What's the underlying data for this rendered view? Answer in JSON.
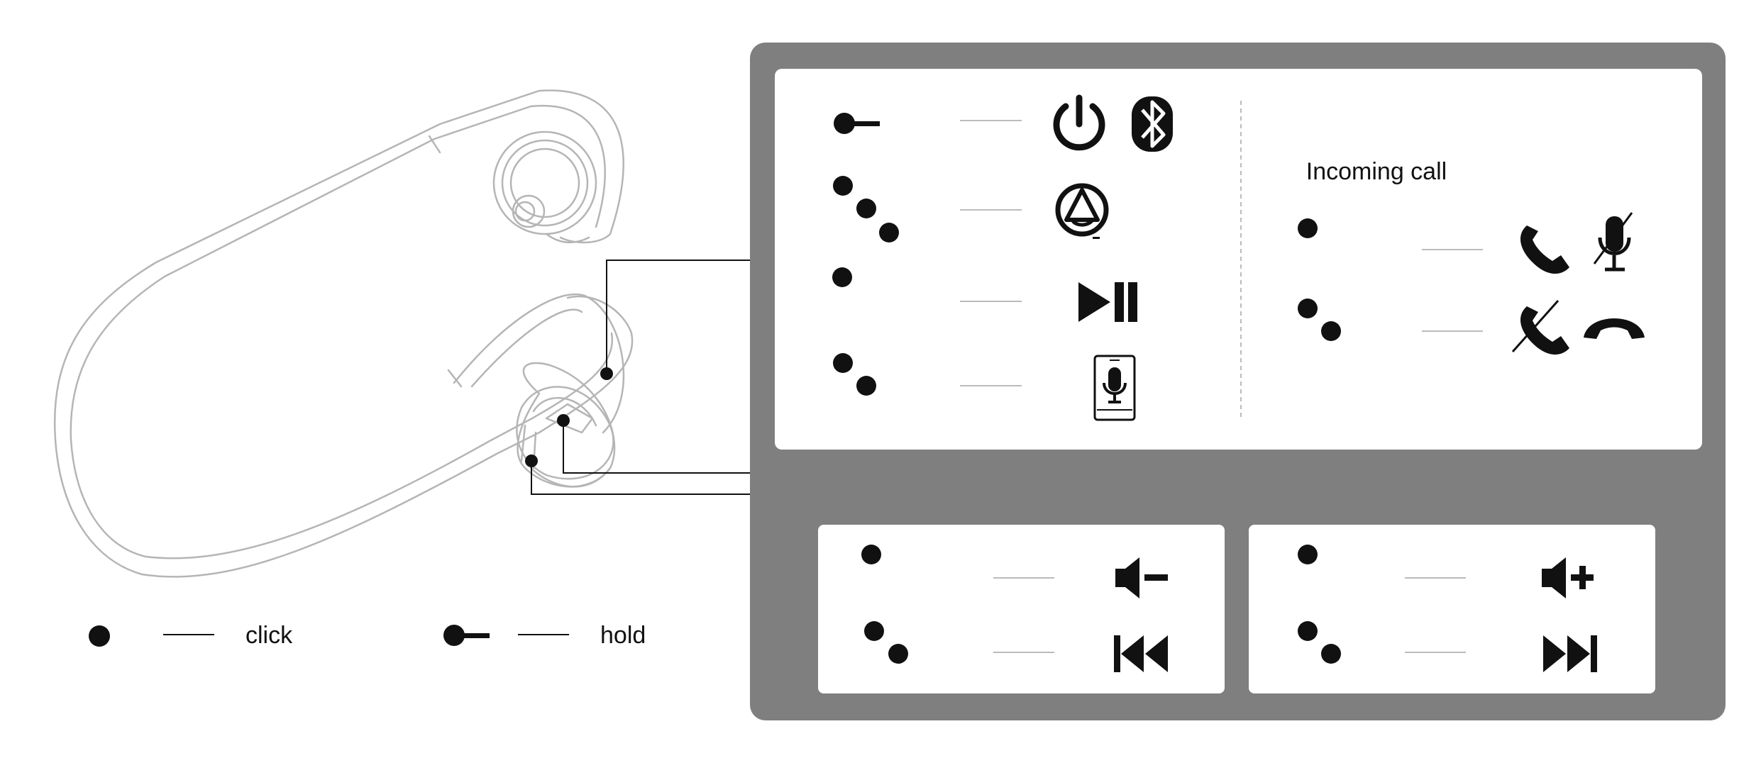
{
  "legend": {
    "click_label": "click",
    "hold_label": "hold"
  },
  "panels": {
    "main": {
      "rows": [
        {
          "gesture": "hold",
          "icons": [
            "power-icon",
            "bluetooth-icon"
          ]
        },
        {
          "gesture": "triple-click",
          "icons": [
            "alexa-icon"
          ]
        },
        {
          "gesture": "click",
          "icons": [
            "play-pause-icon"
          ]
        },
        {
          "gesture": "double-click",
          "icons": [
            "voice-assistant-icon"
          ]
        }
      ]
    },
    "incoming_call": {
      "title": "Incoming call",
      "rows": [
        {
          "gesture": "click",
          "icons": [
            "answer-call-icon",
            "mute-mic-icon"
          ]
        },
        {
          "gesture": "double-click",
          "icons": [
            "reject-call-icon",
            "hang-up-icon"
          ]
        }
      ]
    },
    "left_button": {
      "rows": [
        {
          "gesture": "click",
          "icons": [
            "volume-down-icon"
          ]
        },
        {
          "gesture": "double-click",
          "icons": [
            "previous-track-icon"
          ]
        }
      ]
    },
    "right_button": {
      "rows": [
        {
          "gesture": "click",
          "icons": [
            "volume-up-icon"
          ]
        },
        {
          "gesture": "double-click",
          "icons": [
            "next-track-icon"
          ]
        }
      ]
    }
  },
  "colors": {
    "panel_gray": "#7f7f7f",
    "card_white": "#ffffff",
    "ink": "#111111",
    "outline": "#b5b5b5",
    "dash_line": "#bbbbbb"
  }
}
